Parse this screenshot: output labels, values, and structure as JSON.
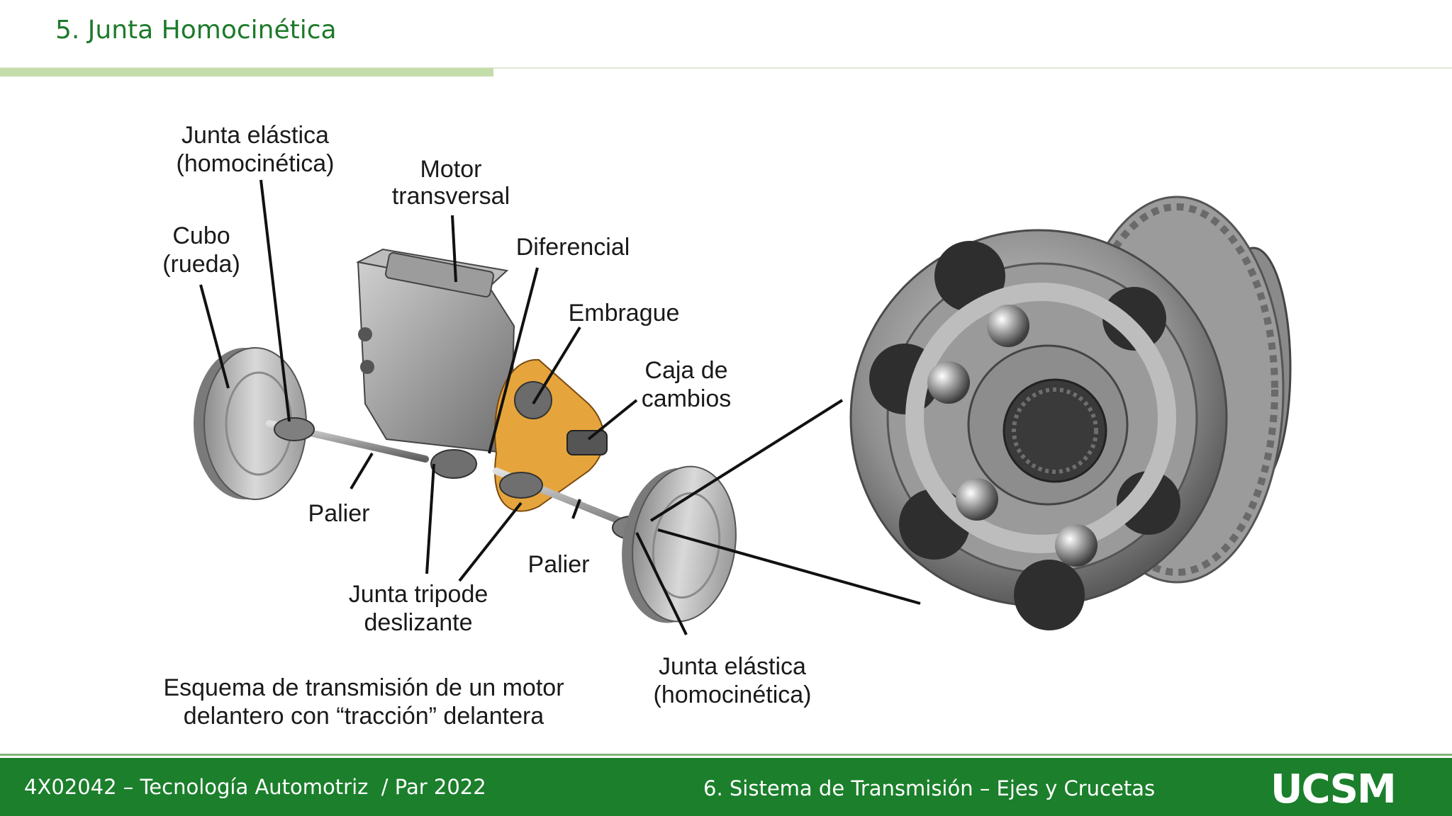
{
  "slide": {
    "title": "5. Junta Homocinética"
  },
  "diagram": {
    "labels": {
      "junta_elastica_top_1": "Junta elástica",
      "junta_elastica_top_2": "(homocinética)",
      "motor_1": "Motor",
      "motor_2": "transversal",
      "cubo_1": "Cubo",
      "cubo_2": "(rueda)",
      "diferencial": "Diferencial",
      "embrague": "Embrague",
      "caja_1": "Caja de",
      "caja_2": "cambios",
      "palier_left": "Palier",
      "palier_right": "Palier",
      "tripode_1": "Junta tripode",
      "tripode_2": "deslizante",
      "junta_elastica_bottom_1": "Junta elástica",
      "junta_elastica_bottom_2": "(homocinética)"
    },
    "caption_1": "Esquema de transmisión de un motor",
    "caption_2": "delantero con “tracción” delantera"
  },
  "footer": {
    "course": "4X02042 – Tecnología Automotriz  / Par 2022",
    "topic": "6. Sistema de Transmisión – Ejes y Crucetas",
    "logo": "UCSM"
  },
  "colors": {
    "brand_green": "#1b7f2b",
    "title_green": "#1d7a2a",
    "accent_light_green": "#c4dcaa"
  }
}
